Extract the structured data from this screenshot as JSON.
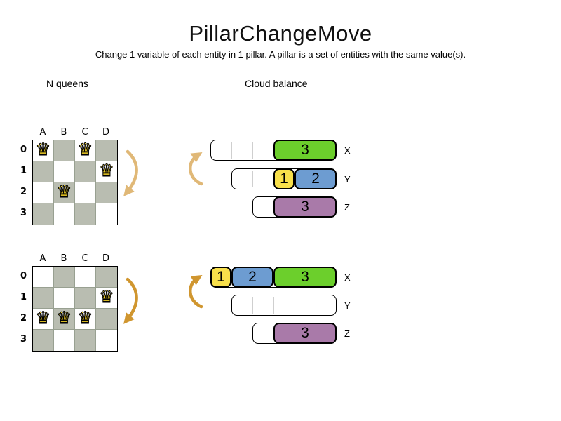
{
  "title": "PillarChangeMove",
  "subtitle": "Change 1 variable of each entity in 1 pillar. A pillar is a set of entities with the same value(s).",
  "sections": {
    "nqueens_label": "N queens",
    "cloud_label": "Cloud balance"
  },
  "queen_glyph": "♛",
  "colors": {
    "green": "#6CCF2C",
    "yellow": "#F8E04B",
    "blue": "#6D9CD1",
    "purple": "#A97AA9",
    "board_gray": "#B9BDB1",
    "board_white": "#FFFFFF",
    "arrow_light": "#E0B877",
    "arrow_dark": "#D0962F",
    "queen_gold": "#F5D327"
  },
  "boards": [
    {
      "name": "before",
      "columns": [
        "A",
        "B",
        "C",
        "D"
      ],
      "rows": [
        "0",
        "1",
        "2",
        "3"
      ],
      "queens": [
        {
          "col": 0,
          "row": 0
        },
        {
          "col": 2,
          "row": 0
        },
        {
          "col": 3,
          "row": 1
        },
        {
          "col": 1,
          "row": 2
        }
      ]
    },
    {
      "name": "after",
      "columns": [
        "A",
        "B",
        "C",
        "D"
      ],
      "rows": [
        "0",
        "1",
        "2",
        "3"
      ],
      "queens": [
        {
          "col": 3,
          "row": 1
        },
        {
          "col": 0,
          "row": 2
        },
        {
          "col": 1,
          "row": 2
        },
        {
          "col": 2,
          "row": 2
        }
      ]
    }
  ],
  "cloud_states": [
    {
      "name": "before",
      "bars": [
        {
          "label": "X",
          "capacity": 6,
          "blocks": [
            {
              "value": "3",
              "color": "green",
              "units": 3
            }
          ]
        },
        {
          "label": "Y",
          "capacity": 5,
          "blocks": [
            {
              "value": "1",
              "color": "yellow",
              "units": 1
            },
            {
              "value": "2",
              "color": "blue",
              "units": 2
            }
          ]
        },
        {
          "label": "Z",
          "capacity": 4,
          "blocks": [
            {
              "value": "3",
              "color": "purple",
              "units": 3
            }
          ]
        }
      ]
    },
    {
      "name": "after",
      "bars": [
        {
          "label": "X",
          "capacity": 6,
          "blocks": [
            {
              "value": "1",
              "color": "yellow",
              "units": 1
            },
            {
              "value": "2",
              "color": "blue",
              "units": 2
            },
            {
              "value": "3",
              "color": "green",
              "units": 3
            }
          ]
        },
        {
          "label": "Y",
          "capacity": 5,
          "blocks": []
        },
        {
          "label": "Z",
          "capacity": 4,
          "blocks": [
            {
              "value": "3",
              "color": "purple",
              "units": 3
            }
          ]
        }
      ]
    }
  ]
}
